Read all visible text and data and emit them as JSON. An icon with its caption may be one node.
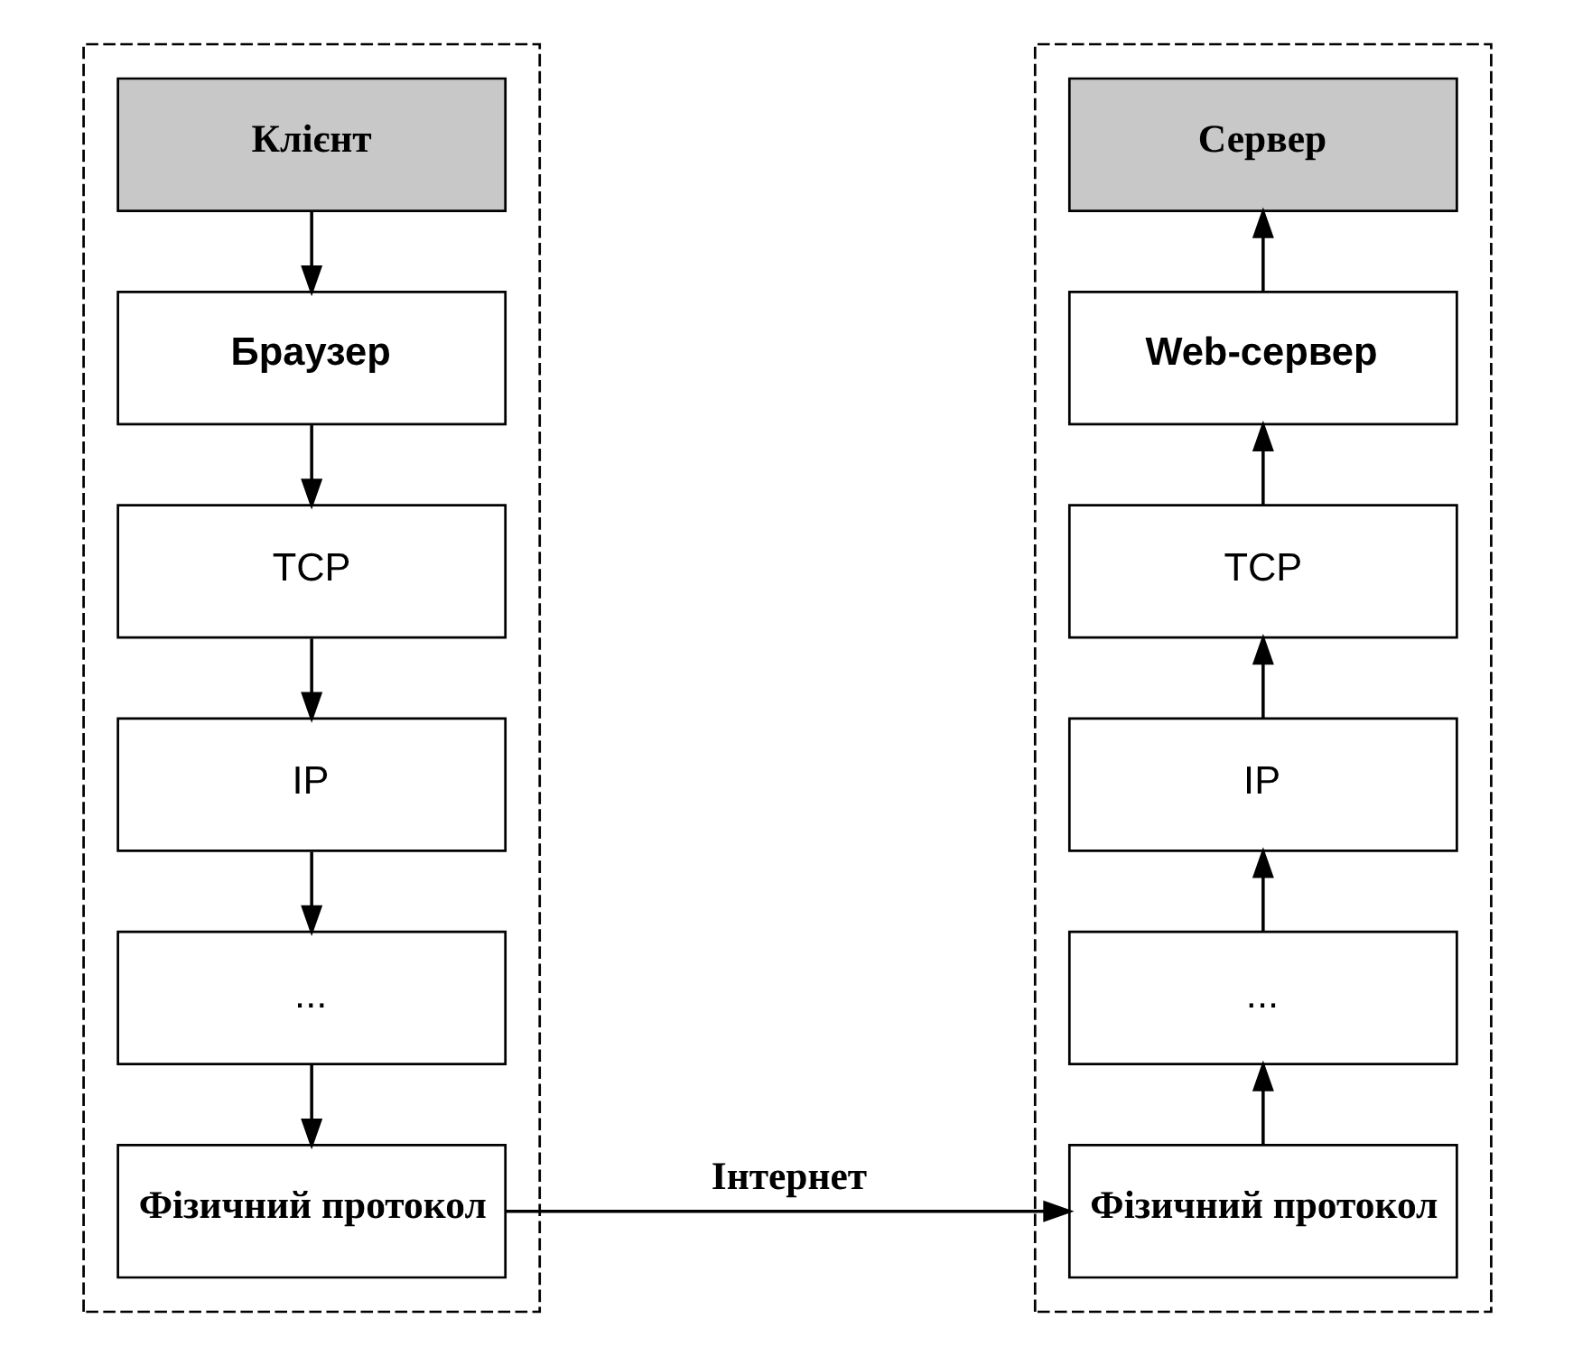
{
  "diagram": {
    "nodes": [
      {
        "text": [],
        "shape": "box"
      },
      {
        "text": [
          "Клієнт"
        ],
        "in": 0
      },
      {
        "text": [
          "Браузер"
        ],
        "in": 0
      },
      {
        "text": [
          "TCP"
        ],
        "in": 0
      },
      {
        "text": [
          "IP"
        ],
        "in": 0
      },
      {
        "text": [
          "..."
        ],
        "in": 0
      },
      {
        "text": [
          "Фізичний протокол"
        ],
        "in": 0
      },
      {
        "text": [],
        "shape": "box"
      },
      {
        "text": [
          "Сервер"
        ],
        "in": 7
      },
      {
        "text": [
          "Web-сервер"
        ],
        "in": 7
      },
      {
        "text": [
          "TCP"
        ],
        "in": 7
      },
      {
        "text": [
          "IP"
        ],
        "in": 7
      },
      {
        "text": [
          "..."
        ],
        "in": 7
      },
      {
        "text": [
          "Фізичний протокол"
        ],
        "in": 7
      }
    ],
    "edges": [
      {
        "from": 1,
        "to": 2,
        "arrow": "to"
      },
      {
        "from": 2,
        "to": 3,
        "arrow": "to"
      },
      {
        "from": 3,
        "to": 4,
        "arrow": "to"
      },
      {
        "from": 4,
        "to": 5,
        "arrow": "to"
      },
      {
        "from": 5,
        "to": 6,
        "arrow": "to"
      },
      {
        "from": 6,
        "to": 13,
        "arrow": "to",
        "label": "Інтернет"
      },
      {
        "from": 13,
        "to": 12,
        "arrow": "to"
      },
      {
        "from": 12,
        "to": 11,
        "arrow": "to"
      },
      {
        "from": 11,
        "to": 10,
        "arrow": "to"
      },
      {
        "from": 10,
        "to": 9,
        "arrow": "to"
      },
      {
        "from": 9,
        "to": 8,
        "arrow": "to"
      }
    ]
  }
}
